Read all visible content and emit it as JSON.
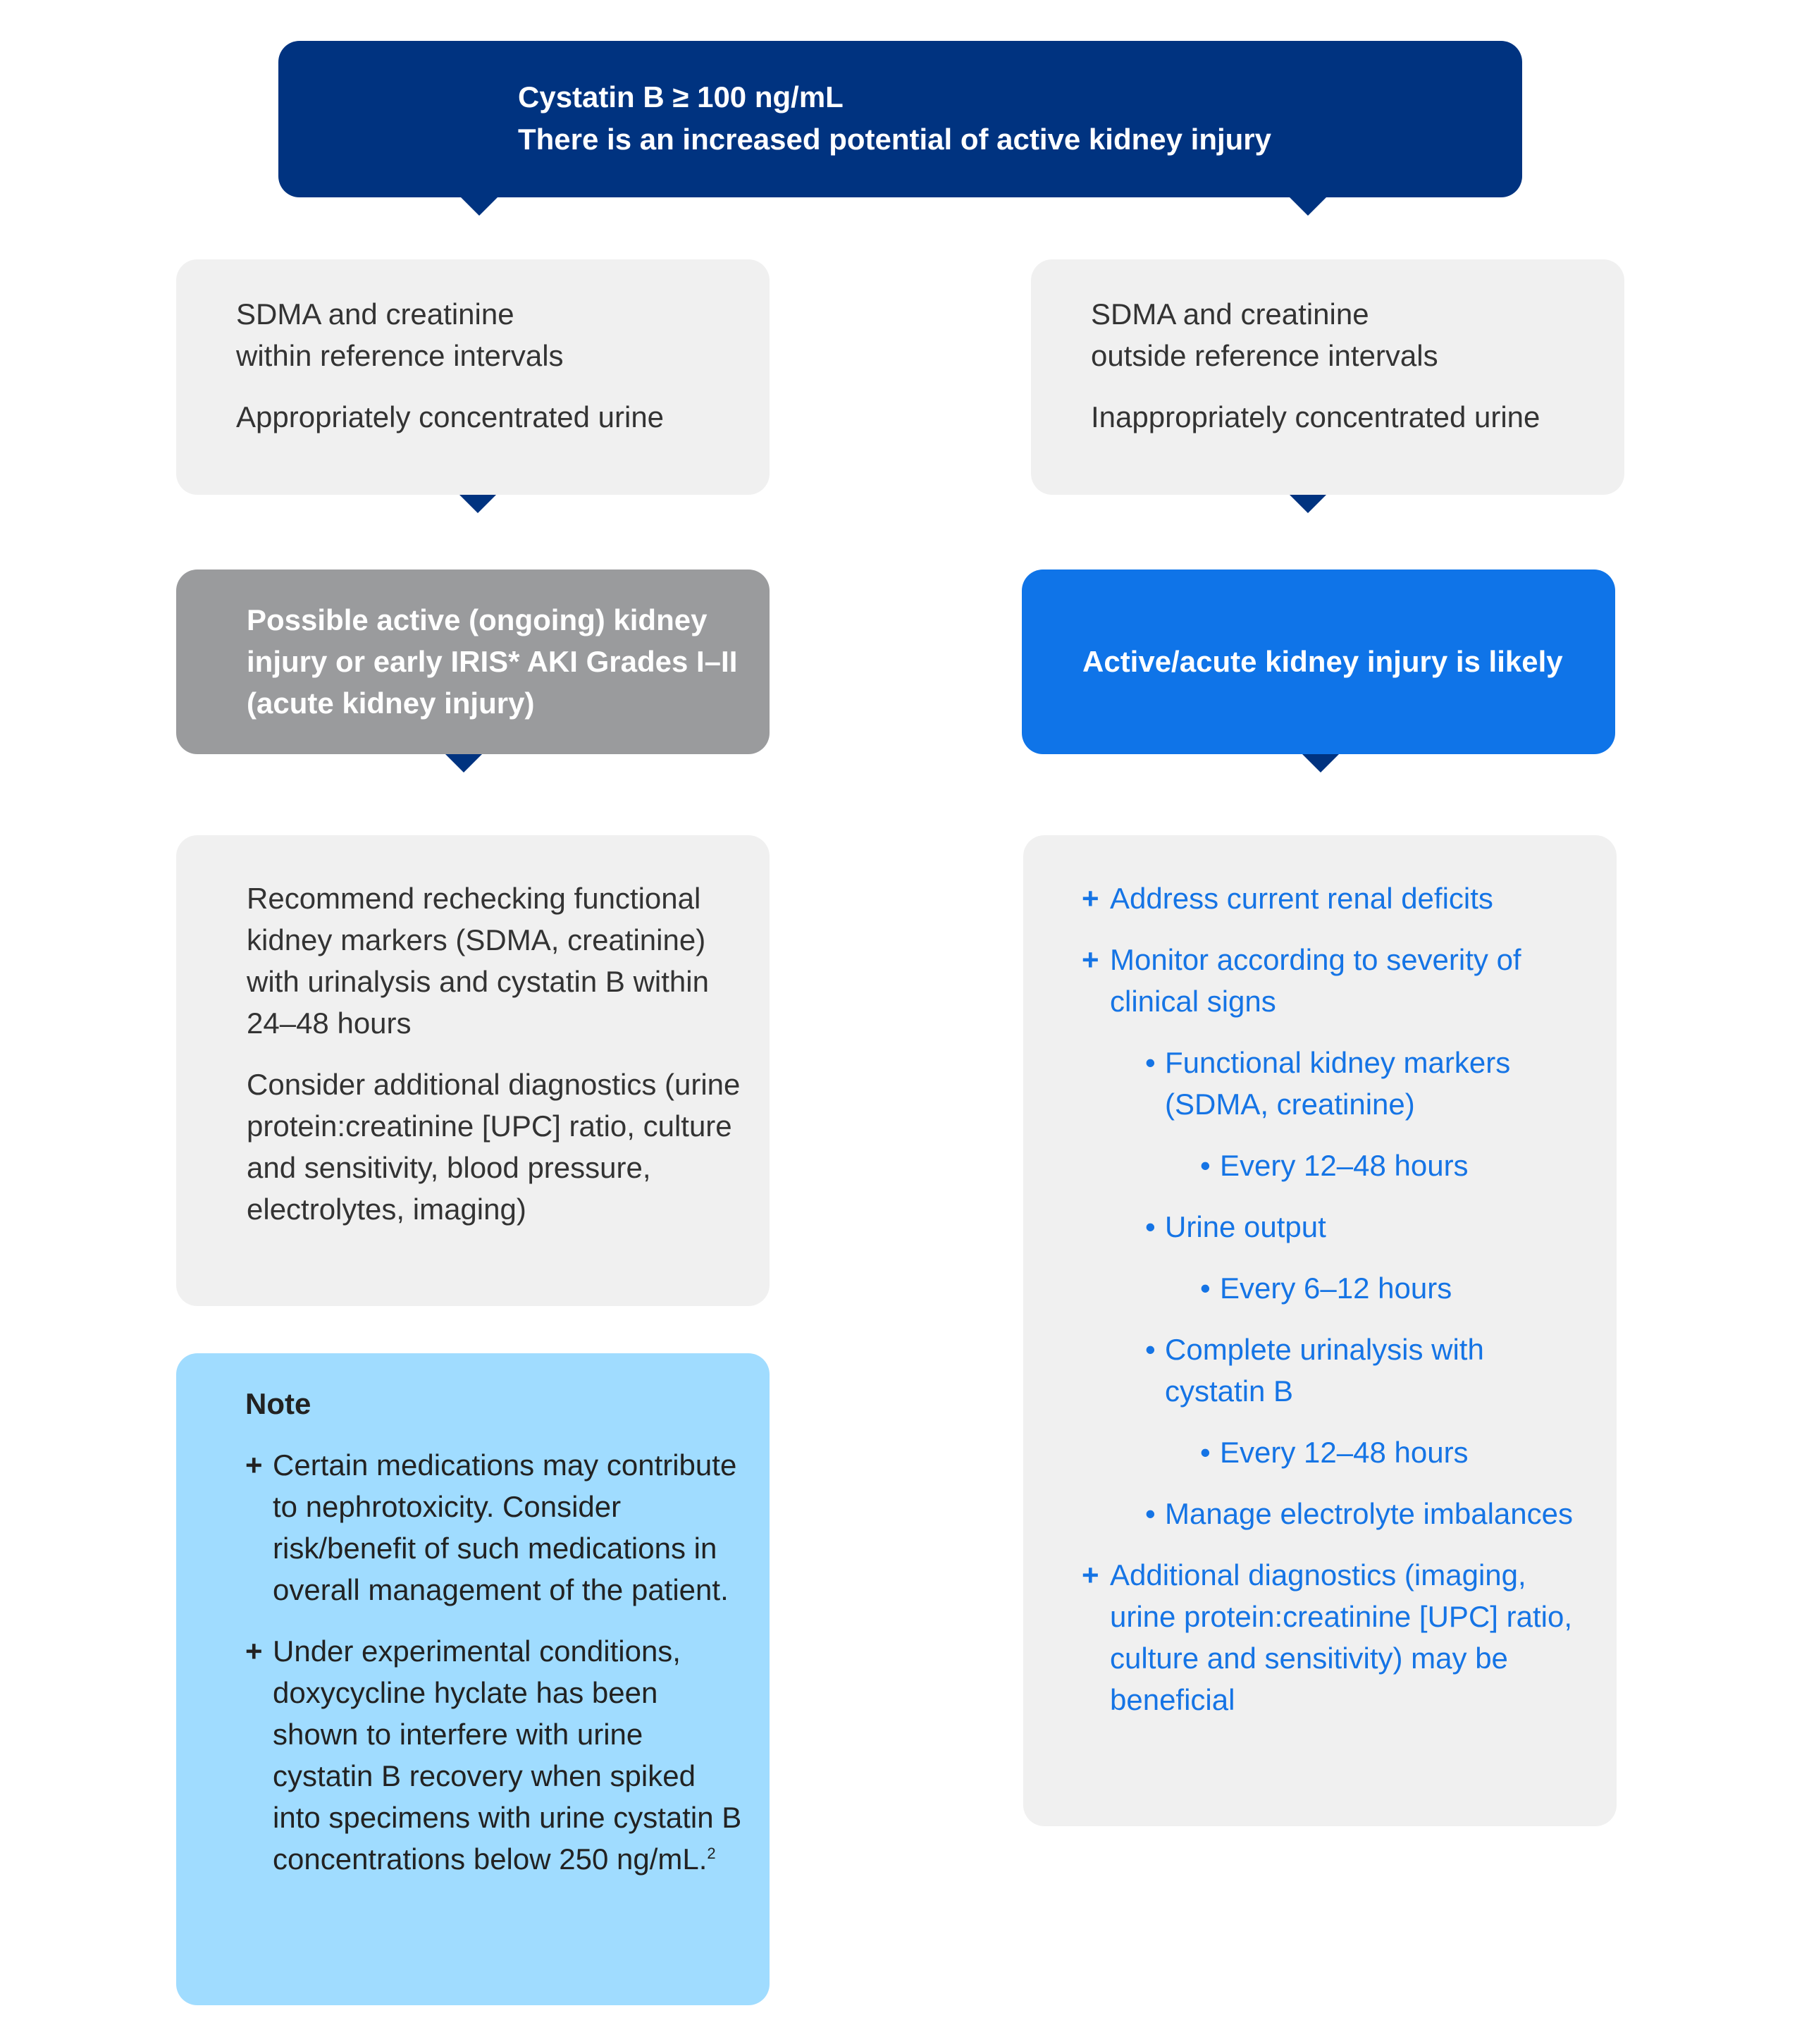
{
  "header": {
    "line1": "Cystatin B ≥ 100 ng/mL",
    "line2": "There is an increased potential of active kidney injury"
  },
  "left": {
    "condition": {
      "line1": "SDMA and creatinine",
      "line2": "within reference intervals",
      "line3": "Appropriately concentrated urine"
    },
    "outcome": "Possible active (ongoing) kidney injury or early IRIS* AKI Grades I–II (acute kidney injury)",
    "recommendation": {
      "p1": "Recommend rechecking functional kidney markers (SDMA, creatinine) with urinalysis and cystatin B within 24–48 hours",
      "p2": "Consider additional diagnostics (urine protein:creatinine [UPC] ratio, culture and sensitivity, blood pressure, electrolytes, imaging)"
    },
    "note": {
      "title": "Note",
      "marker": "+",
      "item1": "Certain medications may contribute to nephrotoxicity. Consider risk/benefit of such medications in overall management of the patient.",
      "item2": "Under experimental conditions, doxycycline hyclate has been shown to interfere with urine cystatin B recovery when spiked into specimens with urine cystatin B concentrations below 250 ng/mL.",
      "item2_ref": "2"
    }
  },
  "right": {
    "condition": {
      "line1": "SDMA and creatinine",
      "line2": "outside reference intervals",
      "line3": "Inappropriately concentrated urine"
    },
    "outcome": "Active/acute kidney injury is likely",
    "markers": {
      "plus": "+",
      "bullet": "•"
    },
    "actions": {
      "a1": "Address current renal deficits",
      "a2": "Monitor according to severity of clinical signs",
      "m1": "Functional kidney markers (SDMA, creatinine)",
      "m1_freq": "Every 12–48 hours",
      "m2": "Urine output",
      "m2_freq": "Every 6–12 hours",
      "m3": "Complete urinalysis with cystatin B",
      "m3_freq": "Every 12–48 hours",
      "m4": "Manage electrolyte imbalances",
      "a3": "Additional diagnostics (imaging, urine protein:creatinine [UPC] ratio, culture and sensitivity) may be beneficial"
    }
  },
  "colors": {
    "navy": "#003380",
    "blue": "#0f74e8",
    "grey_outcome": "#9a9b9d",
    "light_grey": "#f0f0f0",
    "note_blue": "#a0dcff",
    "list_text_blue": "#1574e5"
  }
}
